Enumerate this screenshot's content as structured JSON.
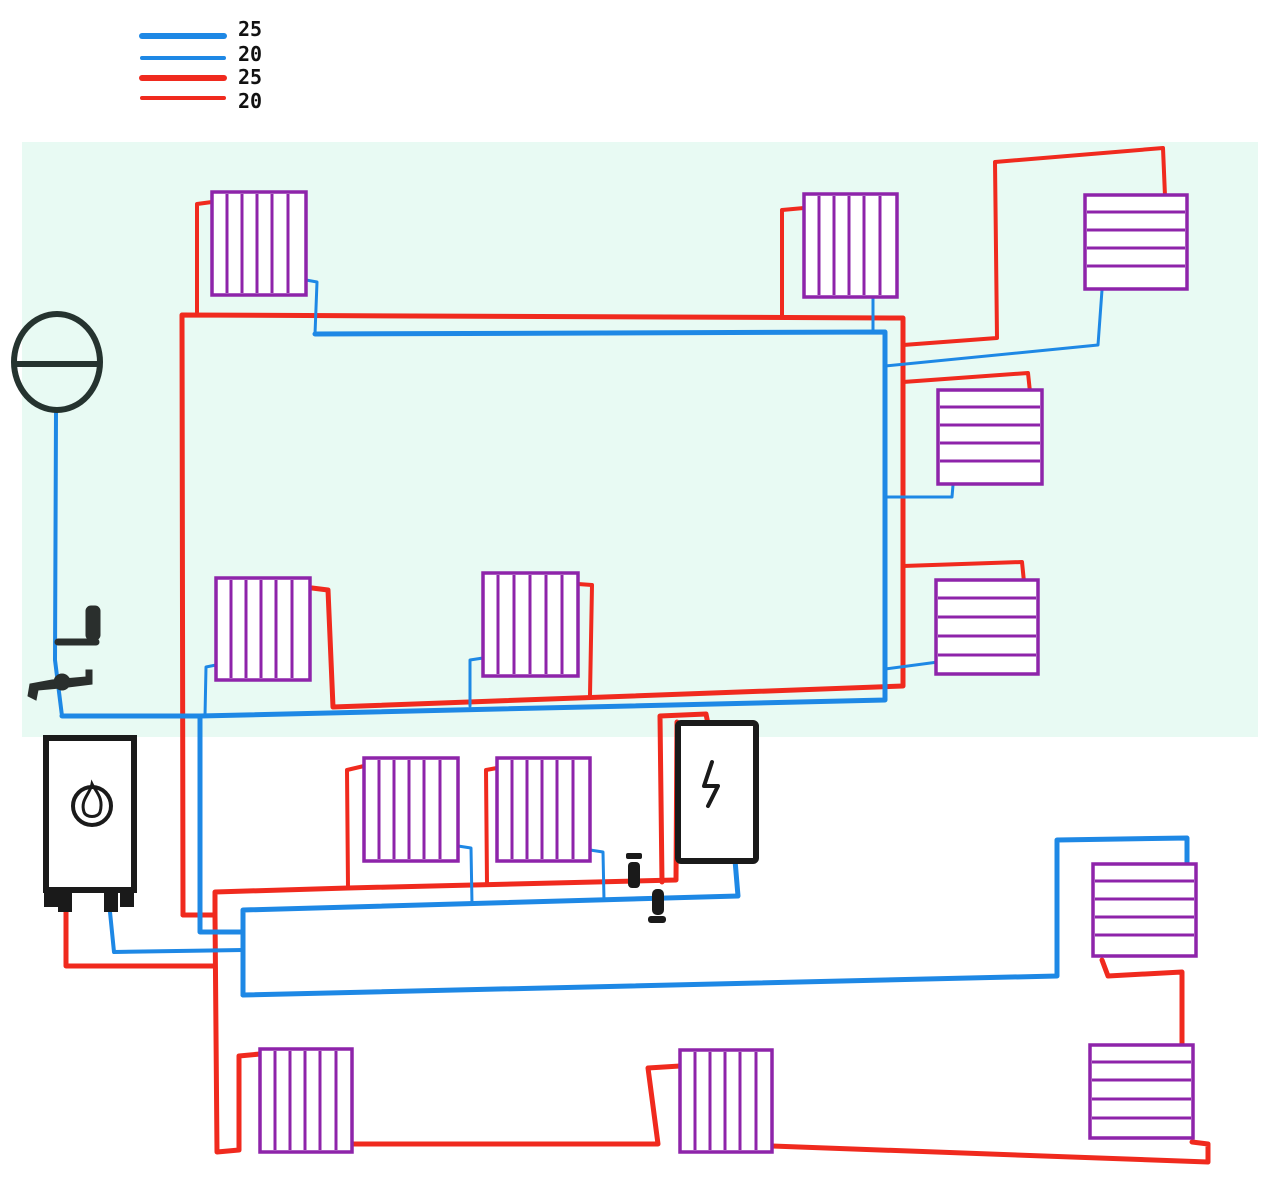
{
  "legend": [
    {
      "label": "25",
      "pipe": "supply-return-blue",
      "color": "#1e88e5"
    },
    {
      "label": "20",
      "pipe": "supply-return-blue-thin",
      "color": "#1e88e5"
    },
    {
      "label": "25",
      "pipe": "supply-red",
      "color": "#f02a1e"
    },
    {
      "label": "20",
      "pipe": "supply-red-thin",
      "color": "#f02a1e"
    }
  ],
  "colors": {
    "blue_pipe": "#1e88e5",
    "red_pipe": "#f02a1e",
    "radiator": "#8e24aa",
    "upper_floor_zone": "#e8faf3",
    "equipment": "#222222"
  },
  "icons": {
    "boiler": "flame-icon",
    "electric_boiler": "lightning-icon",
    "expansion_tank": "expansion-tank-icon",
    "valves": "valve-icon"
  }
}
